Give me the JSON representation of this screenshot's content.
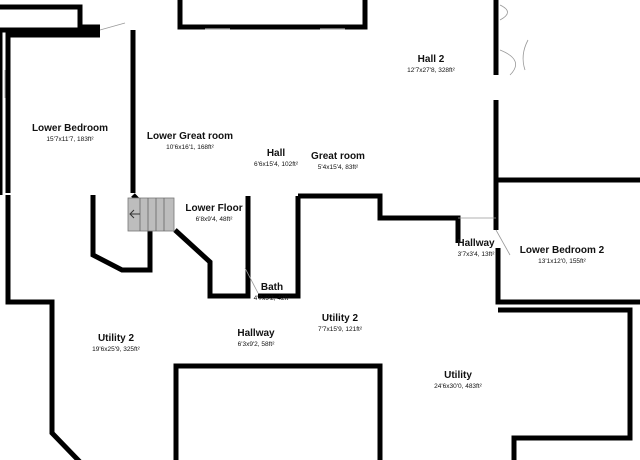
{
  "floorplan": {
    "rooms": [
      {
        "id": "lower-bedroom",
        "name": "Lower Bedroom",
        "dims": "15'7x11'7, 183ft²"
      },
      {
        "id": "lower-great-room",
        "name": "Lower Great room",
        "dims": "10'6x16'1, 168ft²"
      },
      {
        "id": "hall",
        "name": "Hall",
        "dims": "6'6x15'4, 102ft²"
      },
      {
        "id": "great-room",
        "name": "Great room",
        "dims": "5'4x15'4, 83ft²"
      },
      {
        "id": "hall-2",
        "name": "Hall 2",
        "dims": "12'7x27'8, 328ft²"
      },
      {
        "id": "lower-floor",
        "name": "Lower Floor",
        "dims": "6'8x9'4, 48ft²"
      },
      {
        "id": "hallway-small",
        "name": "Hallway",
        "dims": "3'7x3'4, 13ft²"
      },
      {
        "id": "lower-bedroom-2",
        "name": "Lower Bedroom 2",
        "dims": "13'1x12'0, 155ft²"
      },
      {
        "id": "bath",
        "name": "Bath",
        "dims": "4'7x9'2, 42ft²"
      },
      {
        "id": "utility-2-left",
        "name": "Utility 2",
        "dims": "19'6x25'9, 325ft²"
      },
      {
        "id": "hallway",
        "name": "Hallway",
        "dims": "6'3x9'2, 58ft²"
      },
      {
        "id": "utility-2-center",
        "name": "Utility 2",
        "dims": "7'7x15'9, 121ft²"
      },
      {
        "id": "utility",
        "name": "Utility",
        "dims": "24'6x30'0, 483ft²"
      }
    ],
    "icons": {
      "stair_arrow": "left-arrow-icon"
    }
  }
}
